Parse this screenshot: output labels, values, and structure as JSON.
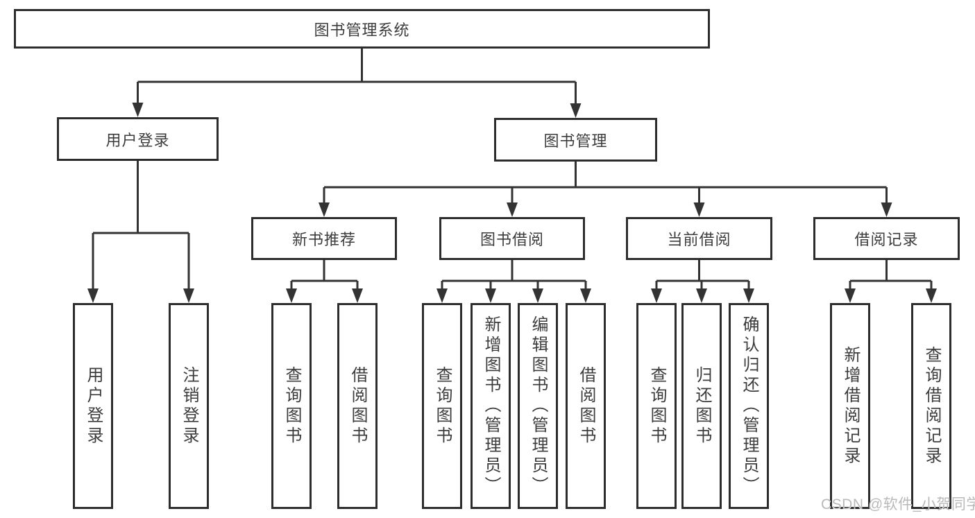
{
  "diagram": {
    "root": {
      "label": "图书管理系统"
    },
    "branches": [
      {
        "label": "用户登录",
        "children": [
          {
            "label": "用户登录"
          },
          {
            "label": "注销登录"
          }
        ]
      },
      {
        "label": "图书管理",
        "children": [
          {
            "label": "新书推荐",
            "children": [
              {
                "label": "查询图书"
              },
              {
                "label": "借阅图书"
              }
            ]
          },
          {
            "label": "图书借阅",
            "children": [
              {
                "label": "查询图书"
              },
              {
                "label": "新增图书（管理员）"
              },
              {
                "label": "编辑图书（管理员）"
              },
              {
                "label": "借阅图书"
              }
            ]
          },
          {
            "label": "当前借阅",
            "children": [
              {
                "label": "查询图书"
              },
              {
                "label": "归还图书"
              },
              {
                "label": "确认归还（管理员）"
              }
            ]
          },
          {
            "label": "借阅记录",
            "children": [
              {
                "label": "新增借阅记录"
              },
              {
                "label": "查询借阅记录"
              }
            ]
          }
        ]
      }
    ]
  },
  "watermark": {
    "text": "CSDN @软件_小贺同学"
  },
  "colors": {
    "line": "#333333",
    "border": "#2d2d2d",
    "text": "#3c3c3c",
    "background": "#ffffff",
    "watermark": "#b9b9b9"
  }
}
